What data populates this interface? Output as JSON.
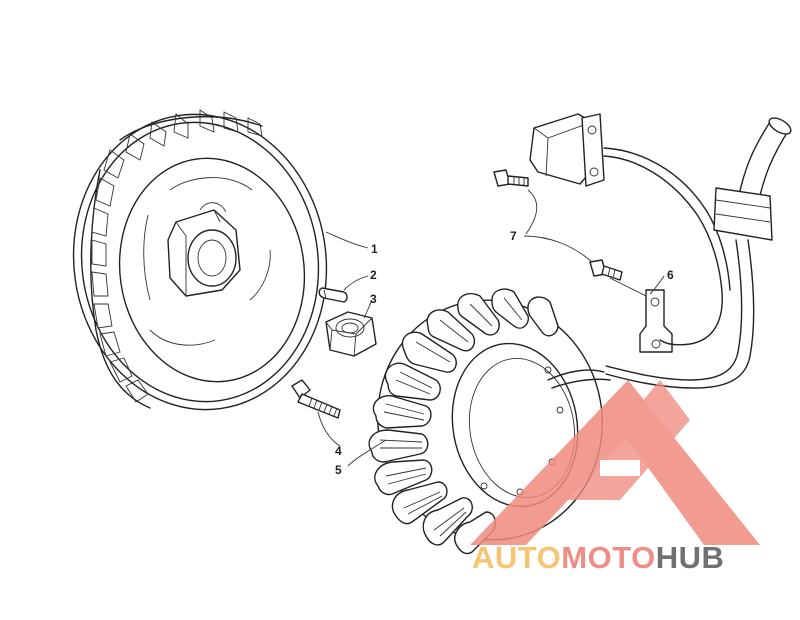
{
  "callouts": {
    "c1": "1",
    "c2": "2",
    "c3": "3",
    "c4": "4",
    "c5": "5",
    "c6": "6",
    "c7": "7"
  },
  "watermark": {
    "part_auto": "AUTO",
    "part_moto": "MOTO",
    "part_hub": "HUB",
    "colors": {
      "auto": "#f5c572",
      "moto": "#ef8e86",
      "hub": "#707070",
      "logo": "#f08a7e"
    }
  }
}
